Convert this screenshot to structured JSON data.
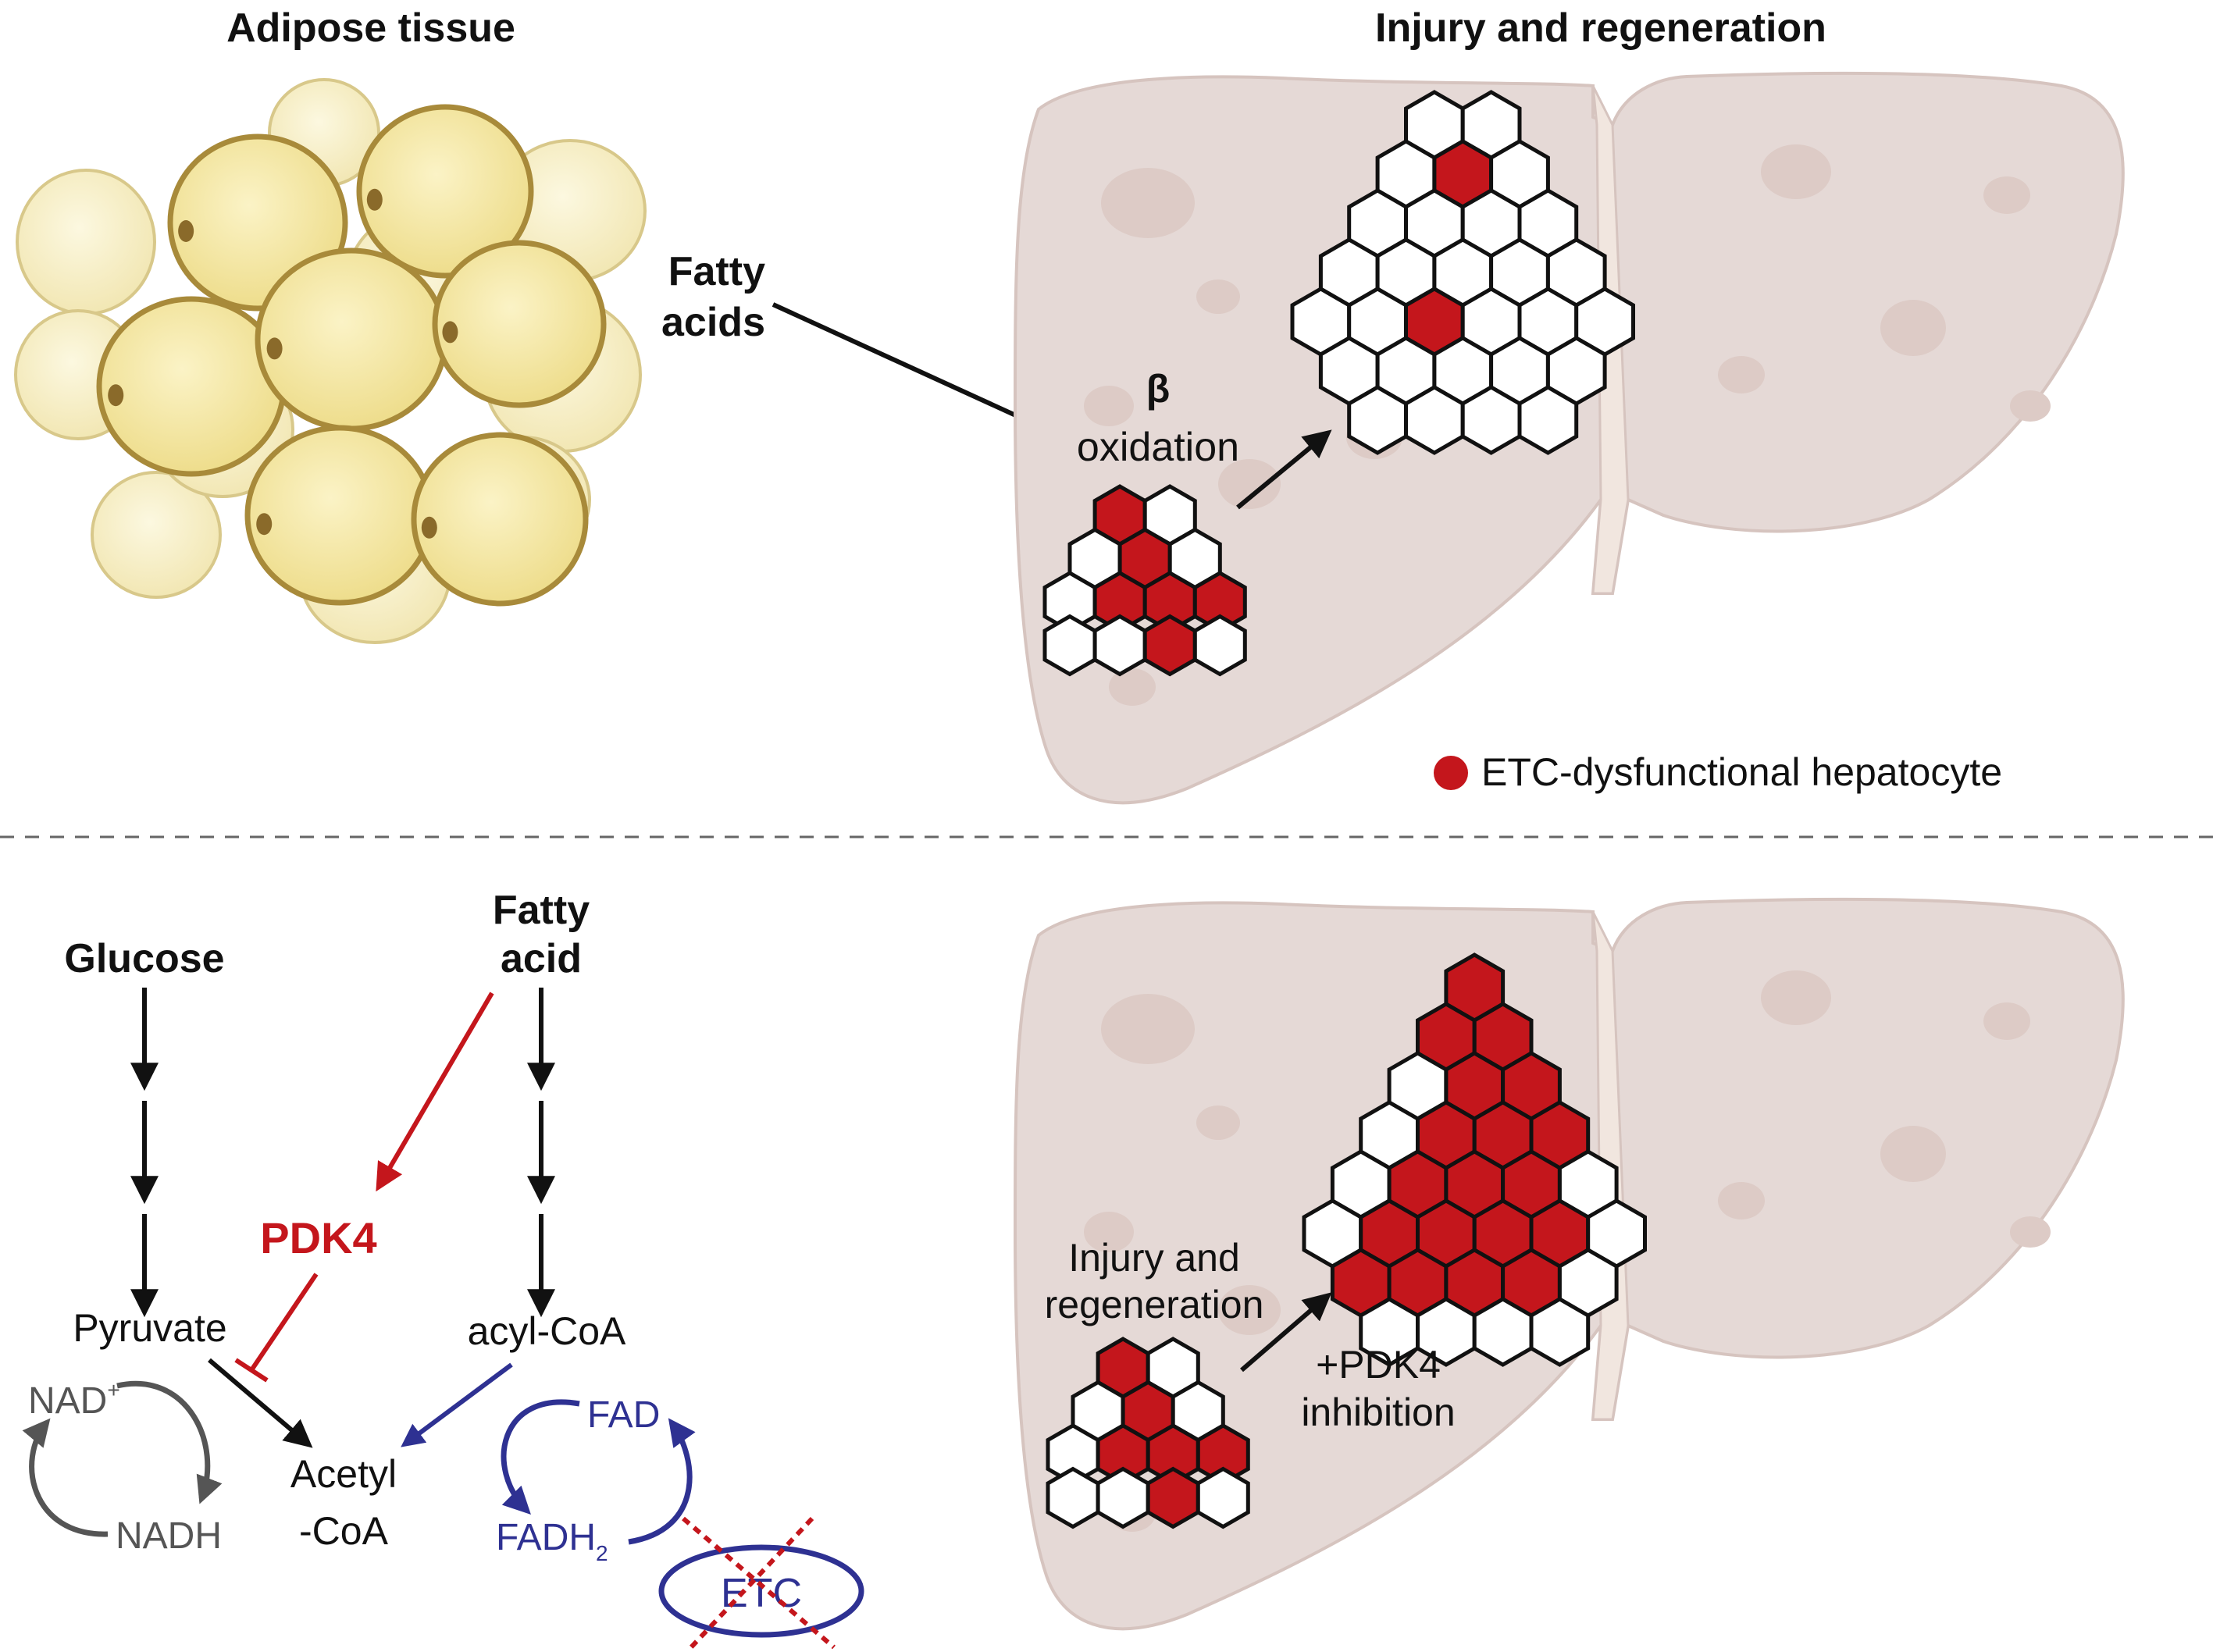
{
  "top": {
    "left_title": "Adipose tissue",
    "right_title": "Injury and regeneration",
    "fatty_acids_line1": "Fatty",
    "fatty_acids_line2": "acids",
    "beta_symbol": "β",
    "oxidation_label": "oxidation",
    "legend_label": "ETC-dysfunctional hepatocyte"
  },
  "bottom": {
    "glucose": "Glucose",
    "fatty_acid_line1": "Fatty",
    "fatty_acid_line2": "acid",
    "pdk4": "PDK4",
    "pyruvate": "Pyruvate",
    "acyl_coa": "acyl-CoA",
    "acetyl_line1": "Acetyl",
    "acetyl_line2": "-CoA",
    "nad": "NAD",
    "nad_sup": "+",
    "nadh": "NADH",
    "fad": "FAD",
    "fadh": "FADH",
    "fadh_sub": "2",
    "etc": "ETC",
    "injury_line1": "Injury and",
    "injury_line2": "regeneration",
    "pdk4_inhib_line1": "+PDK4",
    "pdk4_inhib_line2": "inhibition"
  },
  "colors": {
    "dysfunctional_red": "#c4161c",
    "etc_blue": "#2e3192",
    "cycle_gray": "#555555",
    "liver_fill": "#e5d9d6",
    "adipocyte_fill": "#f4e7a6"
  }
}
